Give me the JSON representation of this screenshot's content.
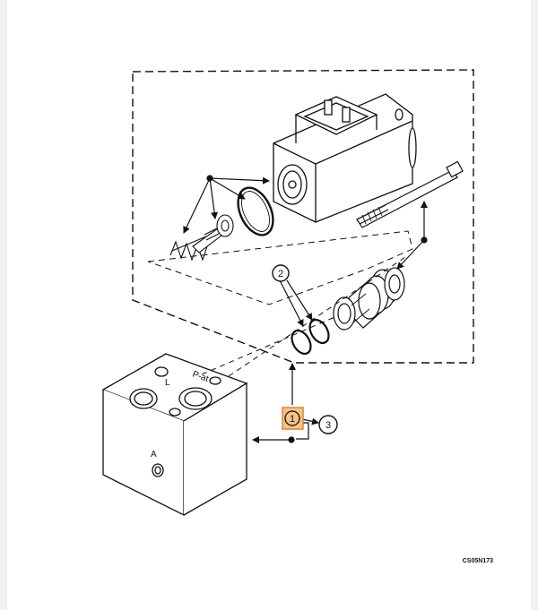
{
  "callouts": {
    "item1": "1",
    "item2": "2",
    "item3": "3"
  },
  "port_labels": {
    "p_at": "P-at",
    "l": "L",
    "a": "A"
  },
  "figure_code": "CS05N173",
  "colors": {
    "line": "#111111",
    "highlight_fill": "#f6c48a",
    "highlight_stroke": "#e0862c"
  }
}
